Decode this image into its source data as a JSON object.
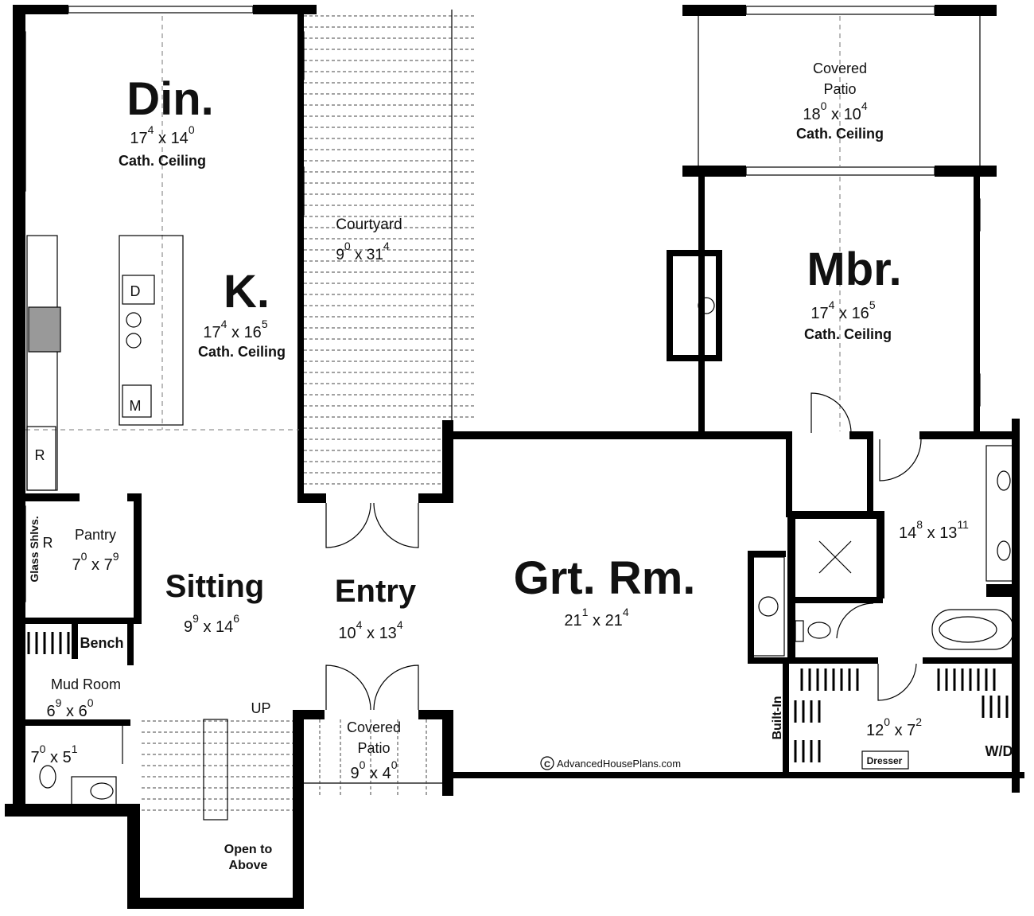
{
  "rooms": {
    "dining": {
      "name": "Din.",
      "w_ft": "17",
      "w_in": "4",
      "d_ft": "14",
      "d_in": "0",
      "note": "Cath. Ceiling"
    },
    "kitchen": {
      "name": "K.",
      "w_ft": "17",
      "w_in": "4",
      "d_ft": "16",
      "d_in": "5",
      "note": "Cath. Ceiling"
    },
    "courtyard": {
      "name": "Courtyard",
      "w_ft": "9",
      "w_in": "0",
      "d_ft": "31",
      "d_in": "4"
    },
    "covered_patio_top": {
      "name_line1": "Covered",
      "name_line2": "Patio",
      "w_ft": "18",
      "w_in": "0",
      "d_ft": "10",
      "d_in": "4",
      "note": "Cath. Ceiling"
    },
    "master": {
      "name": "Mbr.",
      "w_ft": "17",
      "w_in": "4",
      "d_ft": "16",
      "d_in": "5",
      "note": "Cath. Ceiling"
    },
    "pantry": {
      "name": "Pantry",
      "w_ft": "7",
      "w_in": "0",
      "d_ft": "7",
      "d_in": "9"
    },
    "sitting": {
      "name": "Sitting",
      "w_ft": "9",
      "w_in": "9",
      "d_ft": "14",
      "d_in": "6"
    },
    "entry": {
      "name": "Entry",
      "w_ft": "10",
      "w_in": "4",
      "d_ft": "13",
      "d_in": "4"
    },
    "great_room": {
      "name": "Grt. Rm.",
      "w_ft": "21",
      "w_in": "1",
      "d_ft": "21",
      "d_in": "4"
    },
    "master_bath": {
      "w_ft": "14",
      "w_in": "8",
      "d_ft": "13",
      "d_in": "11"
    },
    "mud_room": {
      "name": "Mud Room",
      "w_ft": "6",
      "w_in": "9",
      "d_ft": "6",
      "d_in": "0"
    },
    "powder": {
      "w_ft": "7",
      "w_in": "0",
      "d_ft": "5",
      "d_in": "1"
    },
    "covered_patio_front": {
      "name_line1": "Covered",
      "name_line2": "Patio",
      "w_ft": "9",
      "w_in": "0",
      "d_ft": "4",
      "d_in": "0"
    },
    "closet": {
      "w_ft": "12",
      "w_in": "0",
      "d_ft": "7",
      "d_in": "2"
    }
  },
  "fixtures": {
    "dishwasher": "D",
    "microwave": "M",
    "refrigerator": "R",
    "pantry_refrigerator": "R",
    "glass_shelves": "Glass Shlvs.",
    "bench": "Bench",
    "built_in": "Built-In",
    "dresser": "Dresser",
    "washer_dryer": "W/D"
  },
  "stairs": {
    "up_label": "UP",
    "open_line1": "Open to",
    "open_line2": "Above"
  },
  "dimension_separator": "x",
  "copyright": {
    "symbol": "C",
    "text": "AdvancedHousePlans.com"
  }
}
